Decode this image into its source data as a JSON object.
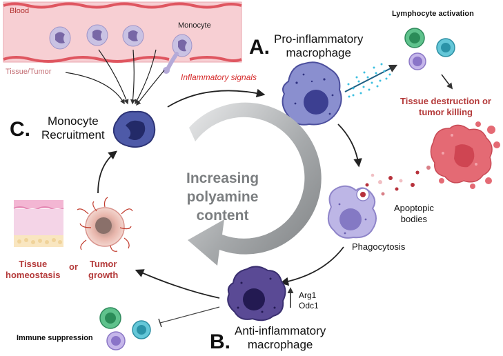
{
  "labels": {
    "blood": "Blood",
    "tissue_tumor": "Tissue/Tumor",
    "monocyte": "Monocyte",
    "inflammatory_signals": "Inflammatory signals",
    "lymphocyte_activation": "Lymphocyte activation",
    "apoptotic_bodies": [
      "Apoptopic",
      "bodies"
    ],
    "phagocytosis": "Phagocytosis",
    "immune_suppression": "Immune suppression",
    "genes": [
      "Arg1",
      "Odc1"
    ]
  },
  "stages": {
    "a": {
      "letter": "A.",
      "title": [
        "Pro-inflammatory",
        "macrophage"
      ]
    },
    "b": {
      "letter": "B.",
      "title": [
        "Anti-inflammatory",
        "macrophage"
      ]
    },
    "c": {
      "letter": "C.",
      "title": [
        "Monocyte",
        "Recruitment"
      ]
    }
  },
  "center": {
    "text": [
      "Increasing",
      "polyamine",
      "content"
    ]
  },
  "outcomes": {
    "pro": [
      "Tissue destruction or",
      "tumor killing"
    ],
    "anti_left": [
      "Tissue",
      "homeostasis"
    ],
    "or": "or",
    "anti_right": [
      "Tumor",
      "growth"
    ]
  },
  "colors": {
    "blood_bg": "#f7cfd3",
    "vessel_red": "#df5660",
    "macrophage_fill": "#8a8fcf",
    "macrophage_nucleus": "#3c3f91",
    "anti_macrophage_fill": "#5a4a95",
    "text_red": "#b43a3a",
    "inflam_red": "#d62c2c",
    "cycle_grey": "#8a8d90"
  },
  "icons": [
    "blood-vessel-icon",
    "monocyte-icon",
    "macrophage-icon",
    "lymphocyte-icon",
    "dying-cell-icon",
    "apoptotic-body-icon",
    "tissue-layers-icon",
    "tumor-cell-icon",
    "cycle-arrow-icon",
    "scatter-arrow-icon",
    "inhibit-arrow-icon"
  ]
}
